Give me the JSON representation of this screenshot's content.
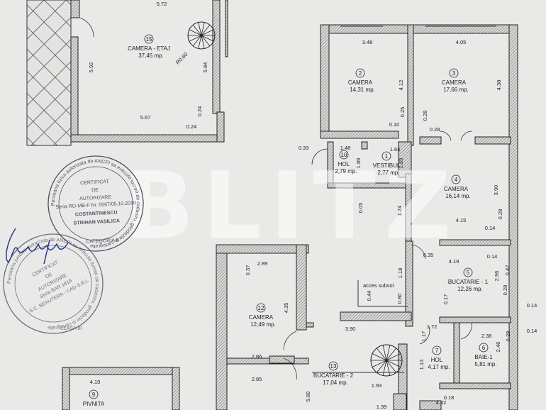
{
  "rooms": [
    {
      "number": "15",
      "name": "CAMERA - ETAJ",
      "area": "37,45 mp."
    },
    {
      "number": "2",
      "name": "CAMERA",
      "area": "14,31 mp."
    },
    {
      "number": "3",
      "name": "CAMERA",
      "area": "17,66 mp."
    },
    {
      "number": "10",
      "name": "HOL",
      "area": "2,79 mp."
    },
    {
      "number": "1",
      "name": "VESTIBUL",
      "area": "2,77 mp."
    },
    {
      "number": "4",
      "name": "CAMERA",
      "area": "16,14 mp."
    },
    {
      "number": "5",
      "name": "BUCATARIE - 1",
      "area": "12,26 mp."
    },
    {
      "number": "12",
      "name": "CAMERA",
      "area": "12,49 mp."
    },
    {
      "number": "13",
      "name": "BUCATARIE - 2",
      "area": "17,04 mp."
    },
    {
      "number": "7",
      "name": "HOL",
      "area": "4,17 mp."
    },
    {
      "number": "6",
      "name": "BAIE-1",
      "area": "5,81 mp."
    },
    {
      "number": "9",
      "name": "PIVNITA",
      "area": ""
    }
  ],
  "dimensions": [
    "5.72",
    "5.92",
    "5.84",
    "R0.60",
    "5.67",
    "0.24",
    "0.24",
    "3.48",
    "4.05",
    "4.12",
    "4.38",
    "0.25",
    "0.10",
    "0.28",
    "0.28",
    "0.33",
    "1.48",
    "1.64",
    "1.89",
    "1.69",
    "0.05",
    "1.74",
    "3.90",
    "4.15",
    "0.28",
    "0.14",
    "0.35",
    "4.19",
    "0.14",
    "2.96",
    "0.42",
    "0.17",
    "0.28",
    "0.14",
    "0.14",
    "2.89",
    "0.37",
    "4.35",
    "0.44",
    "0.80",
    "1.18",
    "3.90",
    "1.72",
    "1.17",
    "2.38",
    "2.46",
    "0.28",
    "2.86",
    "2.85",
    "5.89",
    "1.93",
    "1.13",
    "1.39",
    "4.42",
    "0.18",
    "4.19"
  ],
  "annotations": {
    "basement_access": "acces subsol"
  },
  "stamps": [
    {
      "ring": "Persoana fizica autorizata de ANCPI sa execute lucrari de cadastru, geodezie si cartografie",
      "lines": [
        "CERTIFICAT",
        "DE",
        "AUTORIZARE",
        "Seria RO-MB-F Nr. 0067/05.10.2010",
        "COSTANTINESCU",
        "STRIHAN VASILICA"
      ],
      "category": "CATEGORIA B"
    },
    {
      "ring": "Persoana juridica autorizata de ANCPI sa execute lucrari de cadastru, geodezie si cartografie",
      "lines": [
        "CERTIFICAT",
        "DE",
        "AUTORIZARE",
        "Seria BAR 1819",
        "S.C. BEAUTERA - CAD S.R.L."
      ],
      "category": "CLASA III"
    }
  ],
  "watermark": "BLITZ",
  "colors": {
    "paper": "#e9eae8",
    "ink": "#1e1e1e",
    "stamp_ink": "#4c5060",
    "signature_ink": "#2a3a8c"
  }
}
